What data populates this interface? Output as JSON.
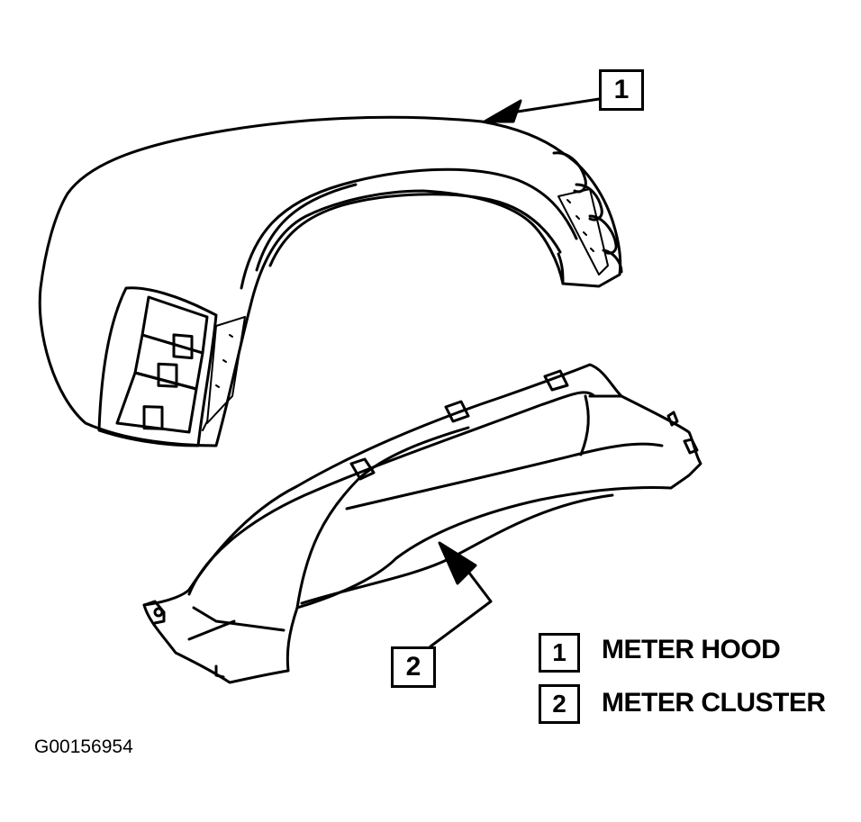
{
  "callouts": {
    "hood": "1",
    "cluster": "2"
  },
  "legend": [
    {
      "number": "1",
      "label": "METER HOOD"
    },
    {
      "number": "2",
      "label": "METER CLUSTER"
    }
  ],
  "figure_id": "G00156954"
}
